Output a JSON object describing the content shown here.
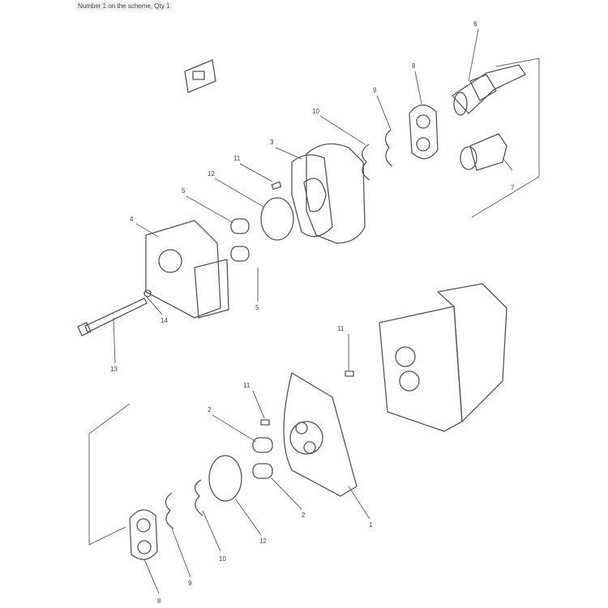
{
  "caption": "Number 1 on the scheme, Qty 1",
  "callouts": [
    {
      "id": "c6",
      "text": "6"
    },
    {
      "id": "c8",
      "text": "8"
    },
    {
      "id": "c9",
      "text": "9"
    },
    {
      "id": "c10",
      "text": "10"
    },
    {
      "id": "c3",
      "text": "3"
    },
    {
      "id": "c11a",
      "text": "11"
    },
    {
      "id": "c12",
      "text": "12"
    },
    {
      "id": "c5a",
      "text": "5"
    },
    {
      "id": "c4",
      "text": "4"
    },
    {
      "id": "c7",
      "text": "7"
    },
    {
      "id": "c5b",
      "text": "5"
    },
    {
      "id": "c14",
      "text": "14"
    },
    {
      "id": "c13",
      "text": "13"
    },
    {
      "id": "c11b",
      "text": "11"
    },
    {
      "id": "c11c",
      "text": "11"
    },
    {
      "id": "c2a",
      "text": "2"
    },
    {
      "id": "c2b",
      "text": "2"
    },
    {
      "id": "c1",
      "text": "1"
    },
    {
      "id": "c12b",
      "text": "12"
    },
    {
      "id": "c10b",
      "text": "10"
    },
    {
      "id": "c9b",
      "text": "9"
    },
    {
      "id": "c8b",
      "text": "8"
    }
  ]
}
